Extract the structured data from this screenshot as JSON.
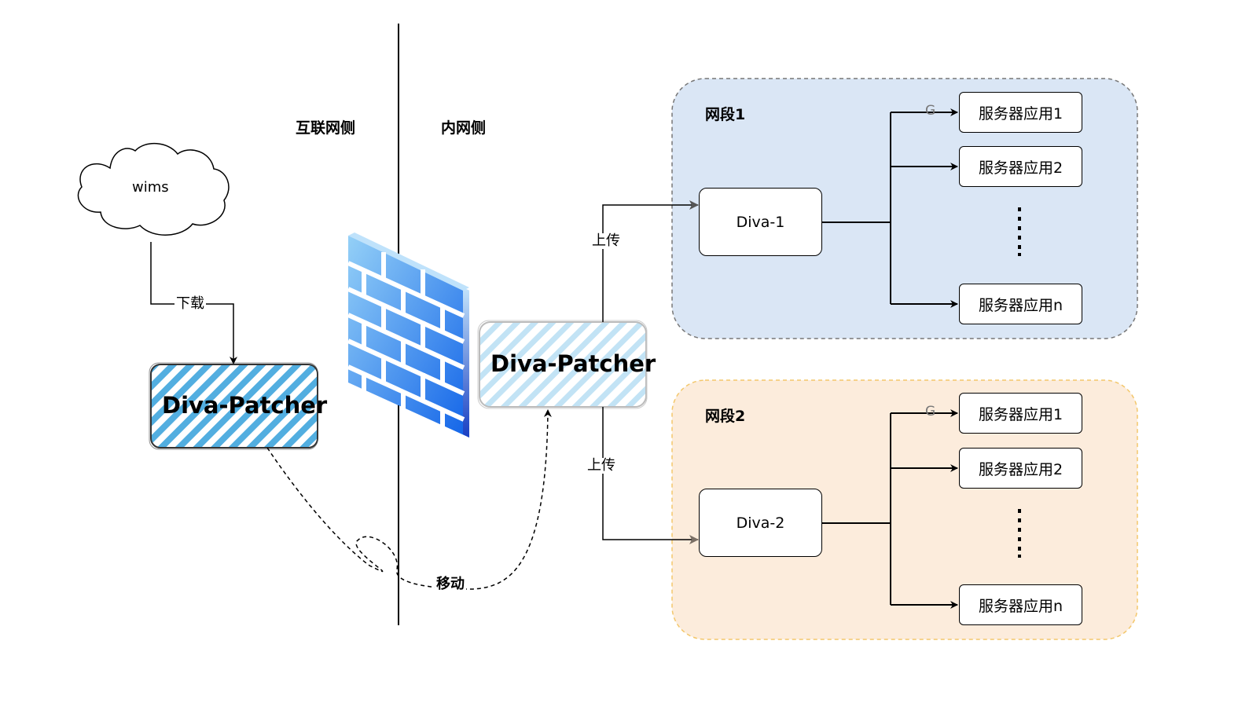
{
  "cloud": {
    "label": "wims"
  },
  "zones": {
    "internet": "互联网侧",
    "intranet": "内网侧"
  },
  "edges": {
    "download": "下载",
    "move": "移动",
    "upload1": "上传",
    "upload2": "上传"
  },
  "patcher_left": {
    "label": "Diva-Patcher"
  },
  "patcher_right": {
    "label": "Diva-Patcher"
  },
  "segments": [
    {
      "title": "网段1",
      "node": "Diva-1",
      "services": [
        "服务器应用1",
        "服务器应用2",
        "服务器应用n"
      ],
      "marker": "G"
    },
    {
      "title": "网段2",
      "node": "Diva-2",
      "services": [
        "服务器应用1",
        "服务器应用2",
        "服务器应用n"
      ],
      "marker": "G"
    }
  ],
  "colors": {
    "segment1_fill": "#dae6f5",
    "segment2_fill": "#fcecdc",
    "segment2_border": "#f3c76b",
    "hatch_left": "#52aee0",
    "hatch_right": "#b9dff2",
    "firewall_light": "#8ccaf5",
    "firewall_dark": "#1b62e0"
  },
  "icons": {
    "cloud": "cloud-icon",
    "firewall": "firewall-icon"
  }
}
